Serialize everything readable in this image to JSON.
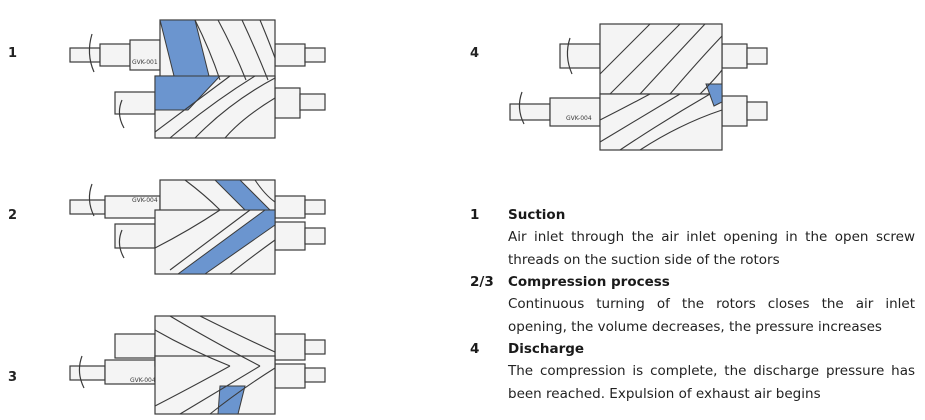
{
  "stages": [
    {
      "label": "1"
    },
    {
      "label": "2"
    },
    {
      "label": "3"
    },
    {
      "label": "4"
    }
  ],
  "rotor_labels": {
    "s1_top": "GVK-001",
    "s2_top": "GVK-004",
    "s3_bottom": "GVK-004",
    "s4_bottom": "GVK-004"
  },
  "legend": [
    {
      "num": "1",
      "title": "Suction",
      "desc": "Air inlet through the air inlet opening in the open screw threads on the suction side of the rotors"
    },
    {
      "num": "2/3",
      "title": "Compression process",
      "desc": "Continuous turning of the rotors closes the air inlet opening, the volume decreases, the pressure increases"
    },
    {
      "num": "4",
      "title": "Discharge",
      "desc": "The compression is complete, the discharge pressure has been reached. Expulsion of exhaust air begins"
    }
  ],
  "colors": {
    "air_fill": "#6b95cf",
    "outline": "#3a3a3a",
    "rotor_fill": "#f4f4f4"
  }
}
